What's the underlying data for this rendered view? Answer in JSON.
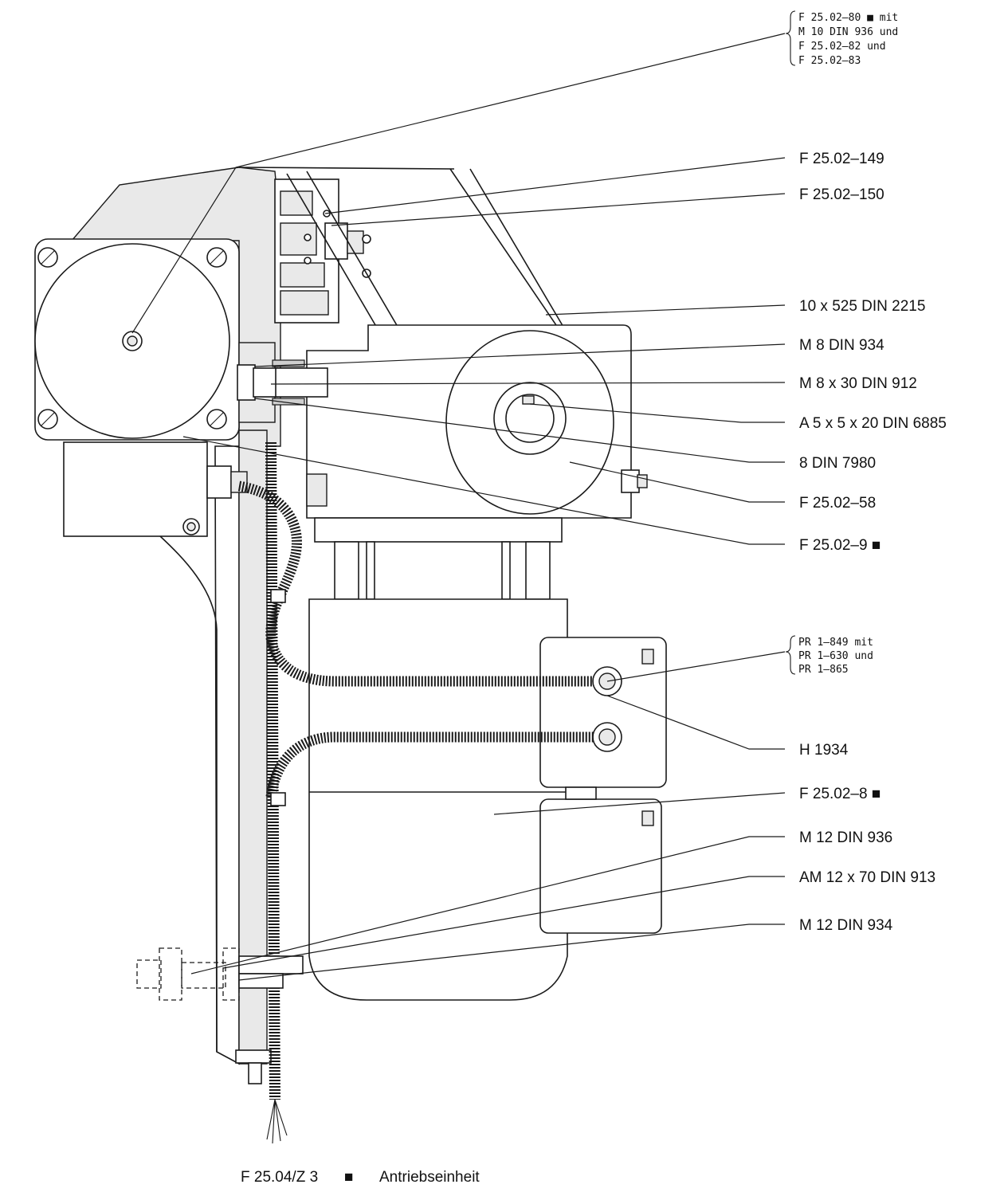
{
  "caption": {
    "code": "F 25.04/Z 3",
    "marker": "■",
    "title": "Antriebseinheit"
  },
  "callout_groups": [
    {
      "lines": [
        "F 25.02–80 ■ mit",
        "M 10 DIN 936 und",
        "F 25.02–82 und",
        "F 25.02–83"
      ]
    },
    {
      "lines": [
        "PR 1–849 mit",
        "PR 1–630 und",
        "PR 1–865"
      ]
    }
  ],
  "labels": [
    "F  25.02–149",
    "F  25.02–150",
    "10 x 525  DIN 2215",
    "M  8  DIN 934",
    "M  8 x 30  DIN 912",
    "A  5 x 5 x 20  DIN 6885",
    "8  DIN 7980",
    "F  25.02–58",
    "F  25.02–9 ■",
    "H  1934",
    "F  25.02–8 ■",
    "M  12  DIN 936",
    "AM  12 x 70  DIN 913",
    "M  12  DIN 934"
  ]
}
